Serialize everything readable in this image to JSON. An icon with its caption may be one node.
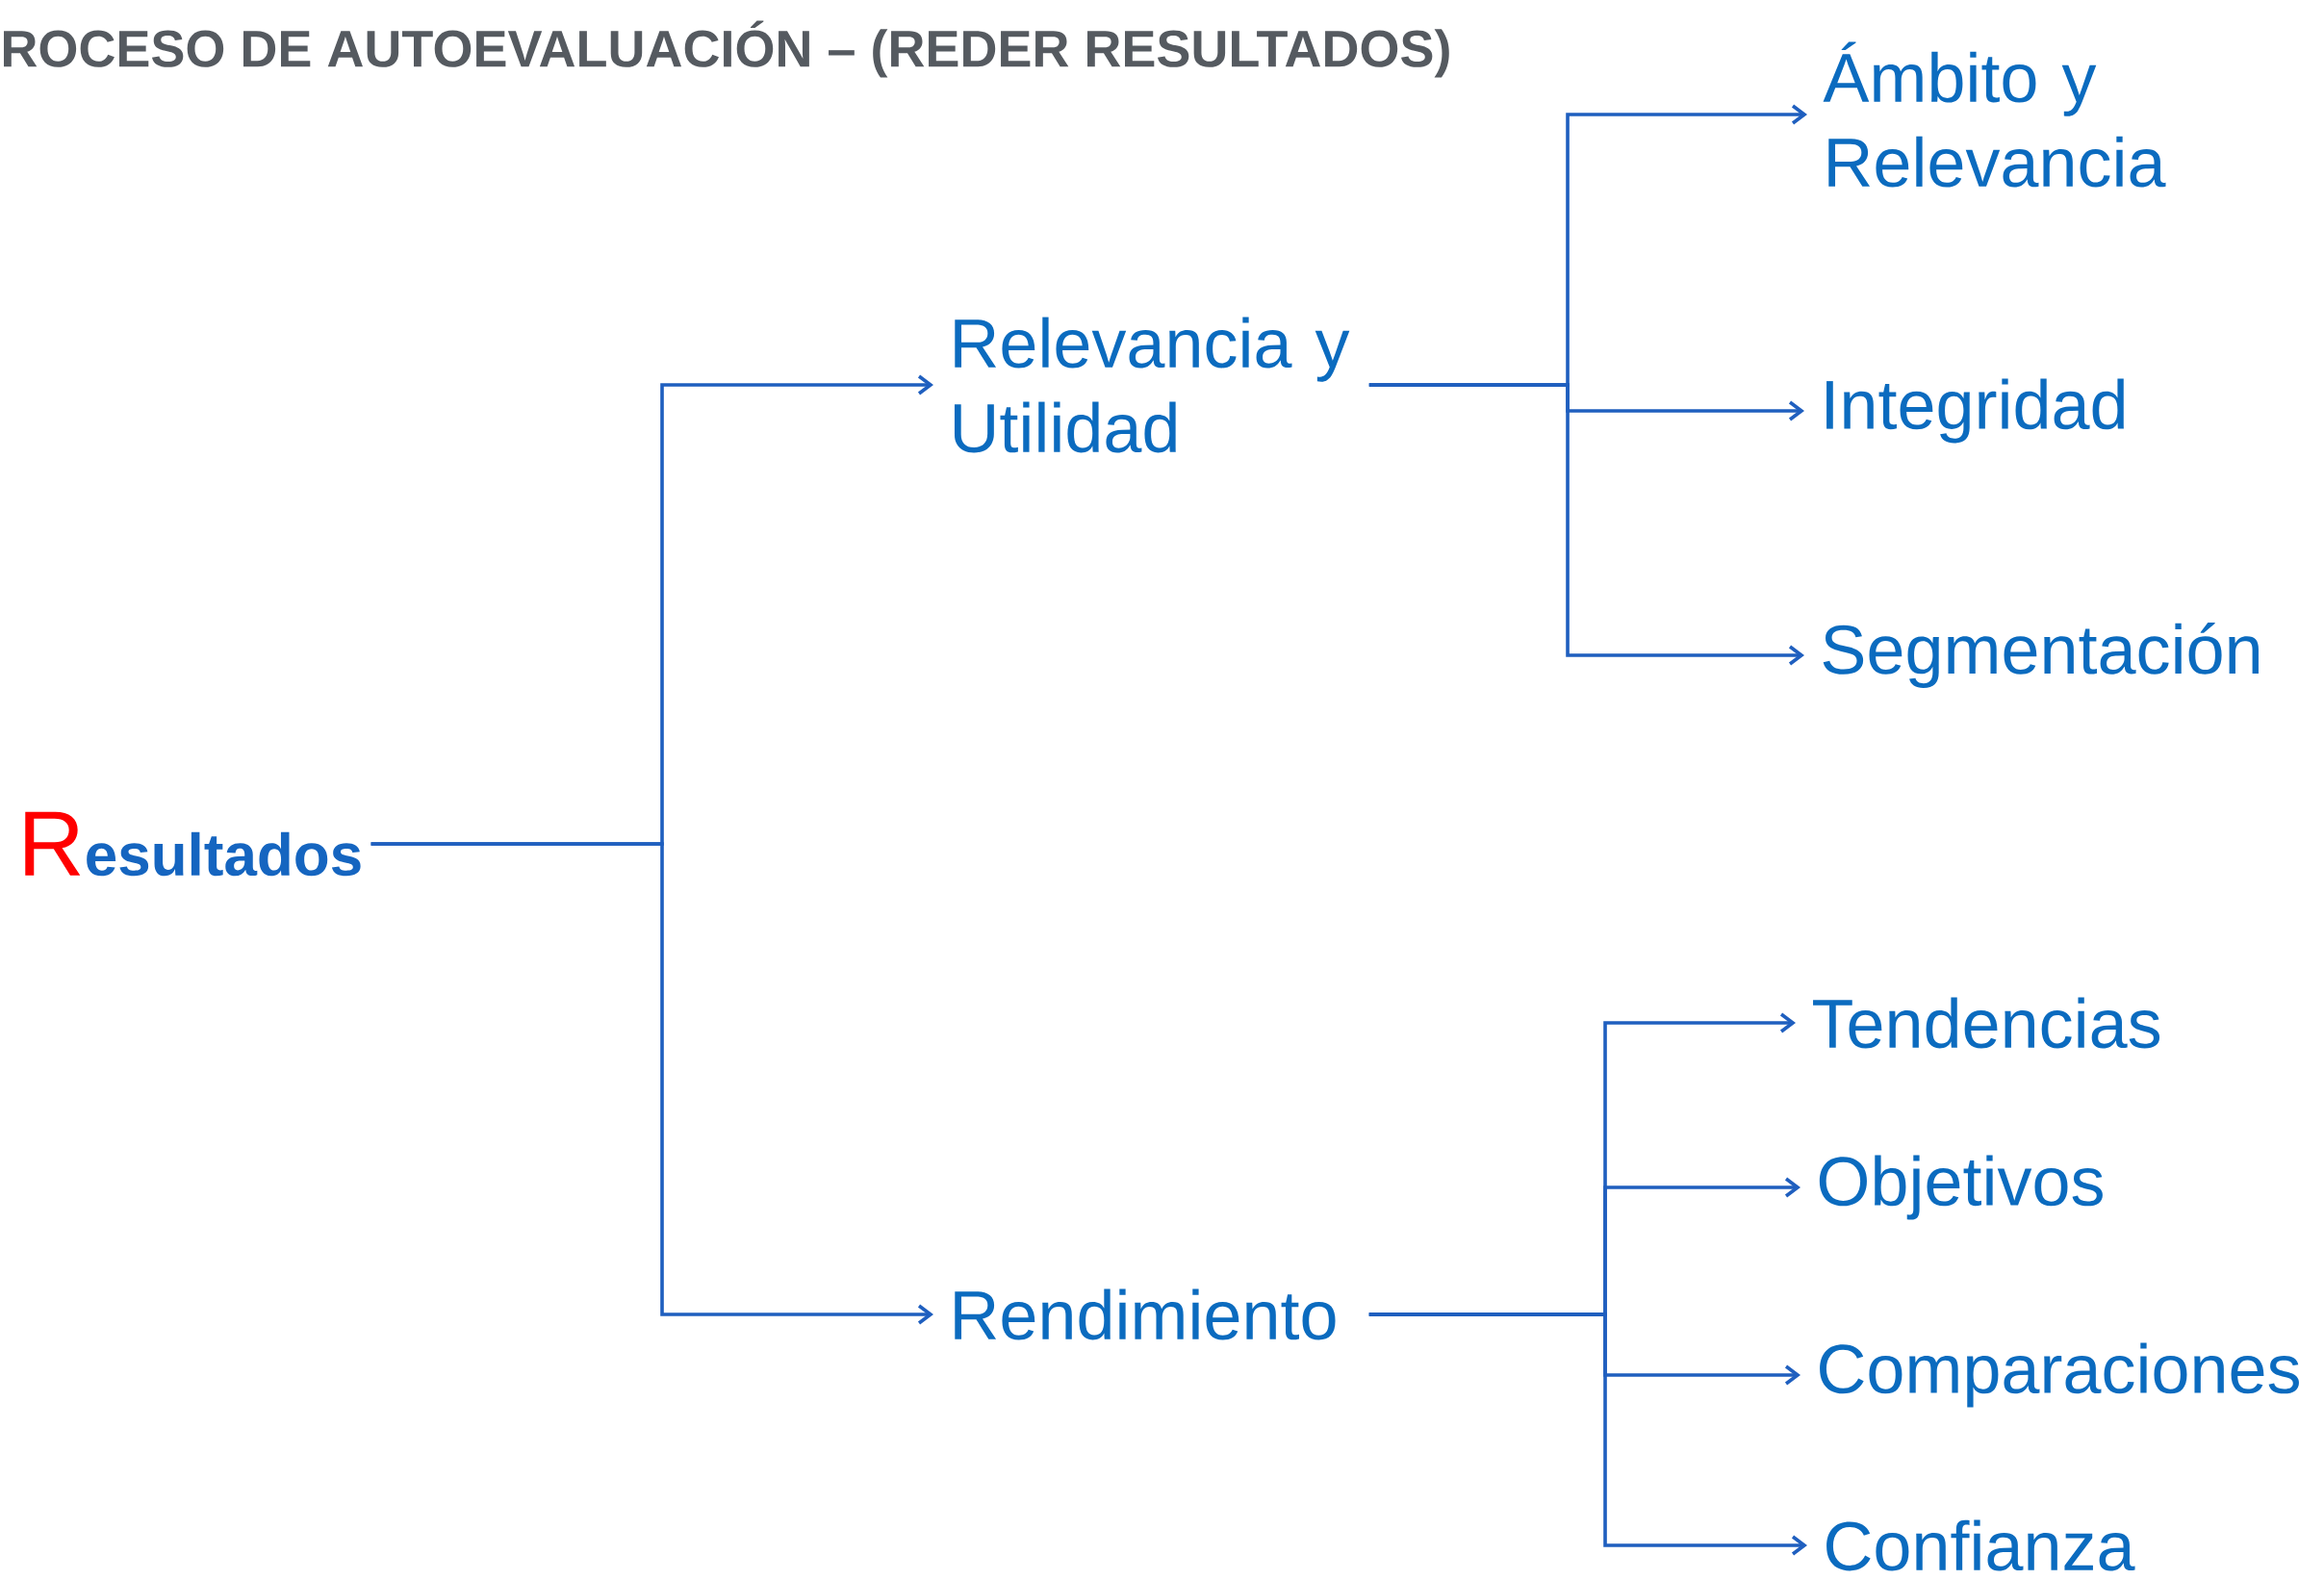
{
  "diagram": {
    "title": "ROCESO DE AUTOEVALUACIÓN – (REDER RESULTADOS)",
    "nodes": [
      {
        "text": [
          "R",
          "esultados"
        ]
      },
      {
        "text": [
          "Relevancia y Utilidad"
        ]
      },
      {
        "text": [
          "Rendimiento"
        ]
      },
      {
        "text": [
          "Ámbito y Relevancia"
        ]
      },
      {
        "text": [
          "Integridad"
        ]
      },
      {
        "text": [
          "Segmentación"
        ]
      },
      {
        "text": [
          "Tendencias"
        ]
      },
      {
        "text": [
          "Objetivos"
        ]
      },
      {
        "text": [
          "Comparaciones"
        ]
      },
      {
        "text": [
          "Confianza"
        ]
      }
    ],
    "edges": [
      {
        "from": 0,
        "to": 1,
        "arrow": "to"
      },
      {
        "from": 0,
        "to": 2,
        "arrow": "to"
      },
      {
        "from": 1,
        "to": 3,
        "arrow": "to"
      },
      {
        "from": 1,
        "to": 4,
        "arrow": "to"
      },
      {
        "from": 1,
        "to": 5,
        "arrow": "to"
      },
      {
        "from": 2,
        "to": 6,
        "arrow": "to"
      },
      {
        "from": 2,
        "to": 7,
        "arrow": "to"
      },
      {
        "from": 2,
        "to": 8,
        "arrow": "to"
      },
      {
        "from": 2,
        "to": 9,
        "arrow": "to"
      }
    ]
  }
}
